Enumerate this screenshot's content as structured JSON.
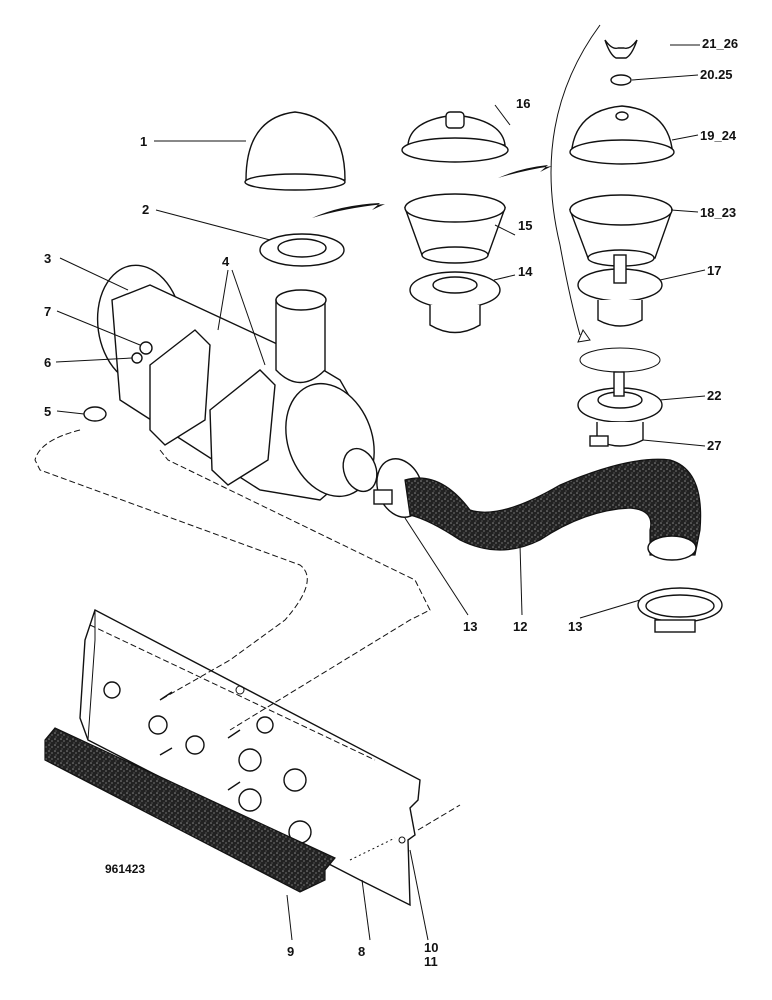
{
  "figure_code": "961423",
  "labels": [
    {
      "id": "p1",
      "text": "1"
    },
    {
      "id": "p2",
      "text": "2"
    },
    {
      "id": "p3",
      "text": "3"
    },
    {
      "id": "p4",
      "text": "4"
    },
    {
      "id": "p5",
      "text": "5"
    },
    {
      "id": "p6",
      "text": "6"
    },
    {
      "id": "p7",
      "text": "7"
    },
    {
      "id": "p8",
      "text": "8"
    },
    {
      "id": "p9",
      "text": "9"
    },
    {
      "id": "p10",
      "text": "10"
    },
    {
      "id": "p11",
      "text": "11"
    },
    {
      "id": "p12",
      "text": "12"
    },
    {
      "id": "p13a",
      "text": "13"
    },
    {
      "id": "p13b",
      "text": "13"
    },
    {
      "id": "p14",
      "text": "14"
    },
    {
      "id": "p15",
      "text": "15"
    },
    {
      "id": "p16",
      "text": "16"
    },
    {
      "id": "p17",
      "text": "17"
    },
    {
      "id": "p1823",
      "text": "18_23"
    },
    {
      "id": "p1924",
      "text": "19_24"
    },
    {
      "id": "p2025",
      "text": "20.25"
    },
    {
      "id": "p2126",
      "text": "21_26"
    },
    {
      "id": "p22",
      "text": "22"
    },
    {
      "id": "p27",
      "text": "27"
    }
  ]
}
